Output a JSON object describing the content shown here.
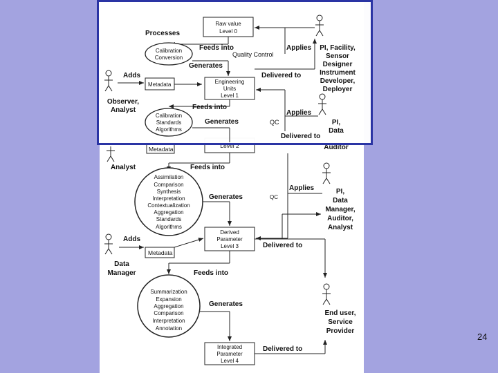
{
  "slide": {
    "page_number": "24"
  },
  "top": {
    "level0": [
      "Raw value",
      "Level 0"
    ],
    "processes": "Processes",
    "feeds_into_1": "Feeds into",
    "quality_control": "Quality Control",
    "applies_1": "Applies",
    "actor_pi": [
      "PI, Facility,",
      "Sensor",
      "Designer",
      "Instrument",
      "Developer,",
      "Deployer"
    ],
    "calibration": [
      "Calibration",
      "Conversion"
    ],
    "generates_1": "Generates",
    "adds_1": "Adds",
    "metadata_1": "Metadata",
    "level1": [
      "Engineering",
      "Units",
      "Level 1"
    ],
    "delivered_to_1": "Delivered to",
    "actor_observer": [
      "Observer,",
      "Analyst"
    ],
    "feeds_into_2": "Feeds into",
    "applies_2": "Applies",
    "cal_standards": [
      "Calibration",
      "Standards",
      "Algorithms"
    ],
    "generates_2": "Generates",
    "qc_1": "QC",
    "actor_pi2": [
      "PI,",
      "Data"
    ],
    "delivered_to_2": "Delivered to"
  },
  "bottom": {
    "metadata_2": "Metadata",
    "level2": "Level 2",
    "auditor": "Auditor",
    "analyst": "Analyst",
    "feeds_into_3": "Feeds into",
    "process3": [
      "Assimilation",
      "Comparison",
      "Synthesis",
      "Interpretation",
      "Contextualization",
      "Aggregation",
      "Standards",
      "Algorithms"
    ],
    "generates_3": "Generates",
    "applies_3": "Applies",
    "qc_2": "QC",
    "actor_manager": [
      "PI,",
      "Data",
      "Manager,",
      "Auditor,",
      "Analyst"
    ],
    "adds_2": "Adds",
    "metadata_3": "Metadata",
    "level3": [
      "Derived",
      "Parameter",
      "Level 3"
    ],
    "delivered_to_3": "Delivered to",
    "actor_datamanager": [
      "Data",
      "Manager"
    ],
    "feeds_into_4": "Feeds into",
    "process4": [
      "Summarization",
      "Expansion",
      "Aggregation",
      "Comparison",
      "Interpretation",
      "Annotation"
    ],
    "generates_4": "Generates",
    "actor_enduser": [
      "End user,",
      "Service",
      "Provider"
    ],
    "level4": [
      "Integrated",
      "Parameter",
      "Level 4"
    ],
    "delivered_to_4": "Delivered to"
  }
}
